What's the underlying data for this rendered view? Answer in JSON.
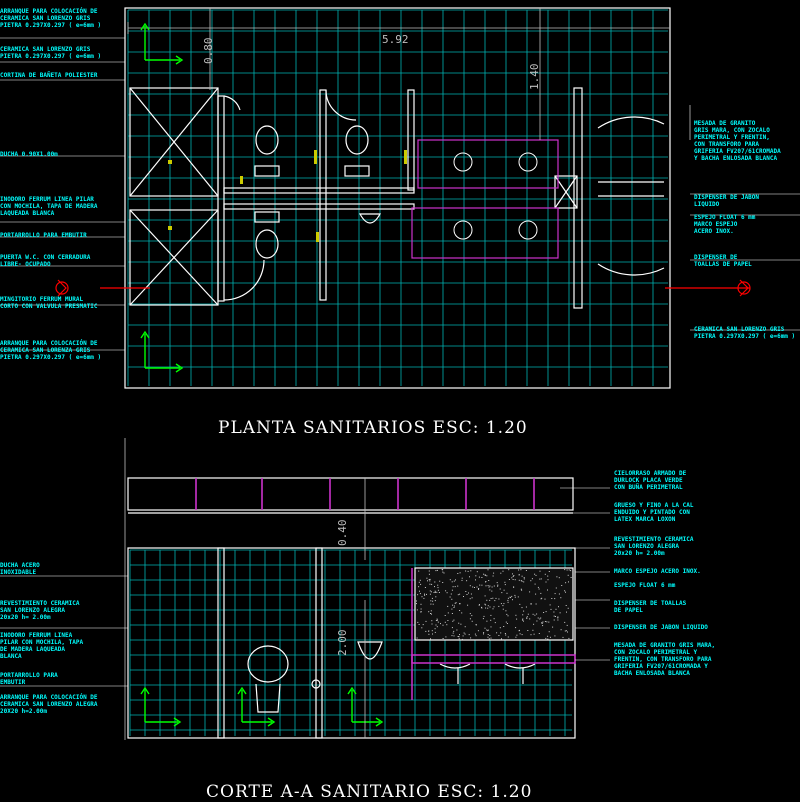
{
  "colors": {
    "background": "#000000",
    "grid": "#00cccc",
    "wall": "#ffffff",
    "fixture": "#ffffff",
    "accent_magenta": "#cc33cc",
    "accent_yellow": "#cccc00",
    "axis_green": "#00ff00",
    "section_red": "#ff0000",
    "note_text": "#00ffff"
  },
  "plan": {
    "title": "PLANTA SANITARIOS ESC: 1.20",
    "dims": {
      "width": "5.92",
      "top": "0.80",
      "right": "1.40"
    },
    "notes_left": [
      "ARRANQUE PARA COLOCACIÓN DE\nCERAMICA SAN LORENZO GRIS\nPIETRA 0.297X0.297 ( e=6mm )",
      "CERAMICA SAN LORENZO GRIS\nPIETRA 0.297X0.297 ( e=6mm )",
      "CORTINA DE BAÑETA POLIESTER",
      "DUCHA 0.90X1.00m",
      "INODORO FERRUM LINEA PILAR\nCON MOCHILA, TAPA DE MADERA\nLAQUEADA BLANCA",
      "PORTARROLLO PARA EMBUTIR",
      "PUERTA W.C. CON CERRADURA\nLIBRE- OCUPADO",
      "MINGITORIO FERRUM MURAL\nCORTO CON VALVULA PRESMATIC",
      "ARRANQUE PARA COLOCACIÓN DE\nCERAMICA SAN LORENZA GRIS\nPIETRA 0.297X0.297 ( e=6mm )"
    ],
    "notes_right": [
      "MESADA DE GRANITO\nGRIS MARA, CON ZOCALO\nPERIMETRAL Y FRENTIN,\nCON TRANSFORO PARA\nGRIFERIA FV207/61CROMADA\nY BACHA ENLOSADA BLANCA",
      "DISPENSER DE JABON\nLIQUIDO",
      "ESPEJO FLOAT 6 mm\nMARCO ESPEJO\nACERO INOX.",
      "DISPENSER DE\nTOALLAS DE PAPEL",
      "CERAMICA SAN LORENZO GRIS\nPIETRA 0.297X0.297 ( e=6mm )"
    ]
  },
  "section": {
    "title": "CORTE A-A SANITARIO ESC: 1.20",
    "dims": {
      "ceiling": "0.40",
      "height": "2.00"
    },
    "notes_left": [
      "DUCHA ACERO\nINOXIDABLE",
      "REVESTIMIENTO CERAMICA\nSAN LORENZO ALEGRA\n20x20 h= 2.00m",
      "INODORO FERRUM LINEA\nPILAR CON MOCHILA, TAPA\nDE MADERA LAQUEADA\nBLANCA",
      "PORTARROLLO PARA\nEMBUTIR",
      "ARRANQUE PARA COLOCACIÓN DE\nCERAMICA SAN LORENZO ALEGRA\n20X20 h=2.00m"
    ],
    "notes_right": [
      "CIELORRASO ARMADO DE\nDURLOCK PLACA VERDE\nCON BUÑA PERIMETRAL",
      "GRUESO Y FINO A LA CAL\nENDUIDO Y PINTADO CON\nLATEX MARCA LOXON",
      "REVESTIMIENTO CERAMICA\nSAN LORENZO ALEGRA\n20x20 h= 2.00m",
      "MARCO ESPEJO ACERO INOX.",
      "ESPEJO FLOAT 6 mm",
      "DISPENSER DE TOALLAS\nDE PAPEL",
      "DISPENSER DE JABON LIQUIDO",
      "MESADA DE GRANITO GRIS MARA,\nCON ZOCALO PERIMETRAL Y\nFRENTIN, CON TRANSFORO PARA\nGRIFERIA FV207/61CROMADA Y\nBACHA ENLOSADA BLANCA"
    ]
  }
}
